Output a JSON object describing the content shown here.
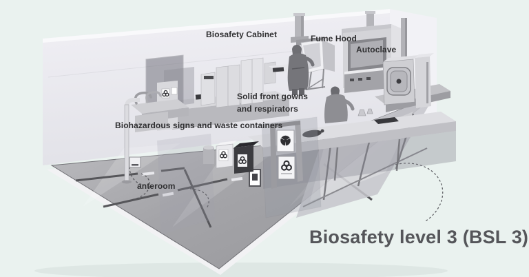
{
  "diagram": {
    "title": "Biosafety level 3 (BSL 3)",
    "labels": {
      "biosafety_cabinet": "Biosafety Cabinet",
      "fume_hood": "Fume Hood",
      "autoclave": "Autoclave",
      "gowns_line1": "Solid front gowns",
      "gowns_line2": "and respirators",
      "biohazard_waste": "Biohazardous signs and waste containers",
      "anteroom": "anteroom"
    },
    "icons": {
      "biohazard": "biohazard-trefoil",
      "radiation": "radiation-trefoil"
    },
    "colors": {
      "background": "#eaf2ef",
      "title_text": "#55565a",
      "label_text": "#2f2f31",
      "wall": "#e8e8ee",
      "floor": "#a4a4a8",
      "equipment": "#cfcfd4",
      "dark_container": "#3a3a3e"
    }
  }
}
